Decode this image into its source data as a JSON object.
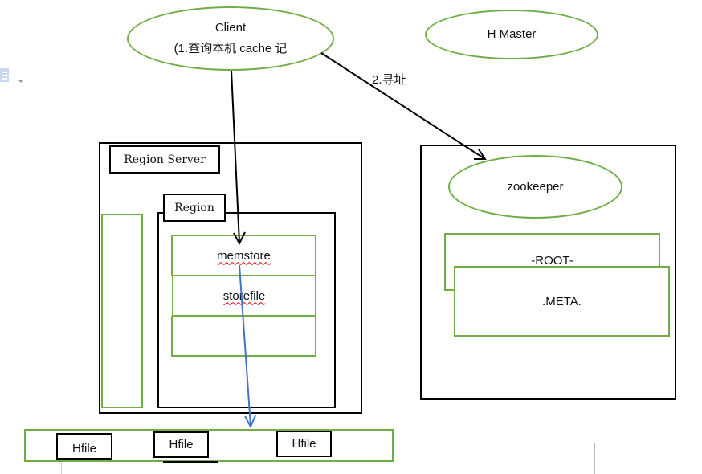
{
  "toolbar": {
    "doc_icon": "document-icon",
    "dropdown_icon": "chevron-down-icon"
  },
  "nodes": {
    "client": {
      "line1": "Client",
      "line2": "(1.查询本机 cache 记"
    },
    "hmaster": {
      "label": "H Master"
    },
    "region_server": {
      "label": "Region Server"
    },
    "region": {
      "label": "Region"
    },
    "memstore": {
      "label": "memstore"
    },
    "storefile": {
      "label": "storefile"
    },
    "zookeeper": {
      "label": "zookeeper"
    },
    "root": {
      "label": "-ROOT-"
    },
    "meta": {
      "label": ".META."
    },
    "hfiles": [
      "Hfile",
      "Hfile",
      "Hfile"
    ]
  },
  "edges": {
    "addressing": {
      "label": "2.寻址"
    }
  },
  "colors": {
    "green": "#70ad47",
    "black": "#000000",
    "blue_arrow": "#4472c4",
    "spellcheck": "#e00000"
  }
}
